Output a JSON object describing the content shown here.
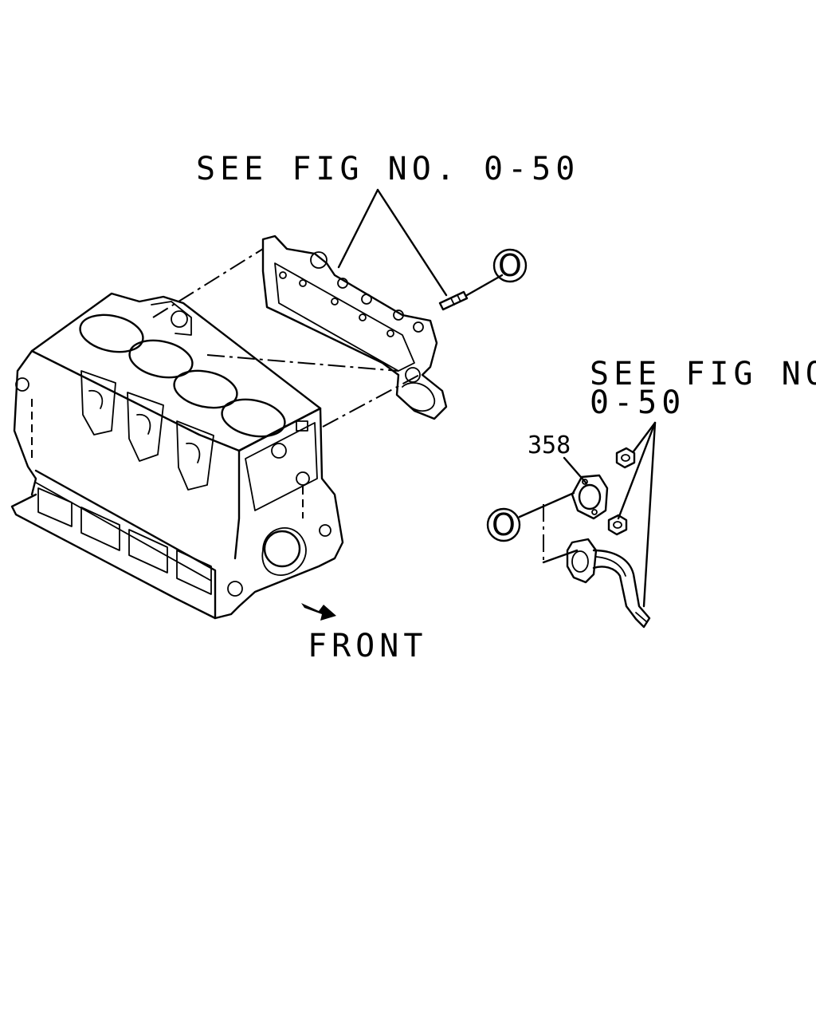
{
  "callouts": {
    "see_fig_top": "SEE FIG NO. 0-50",
    "see_fig_right_line1": "SEE FIG NO.",
    "see_fig_right_line2": "0-50",
    "part_358": "358",
    "ref_circle_top": "O",
    "ref_circle_right": "O",
    "front_label": "FRONT"
  },
  "icons": {
    "front_arrow": "front-arrow-icon"
  },
  "colors": {
    "ink": "#000000",
    "paper": "#ffffff"
  }
}
